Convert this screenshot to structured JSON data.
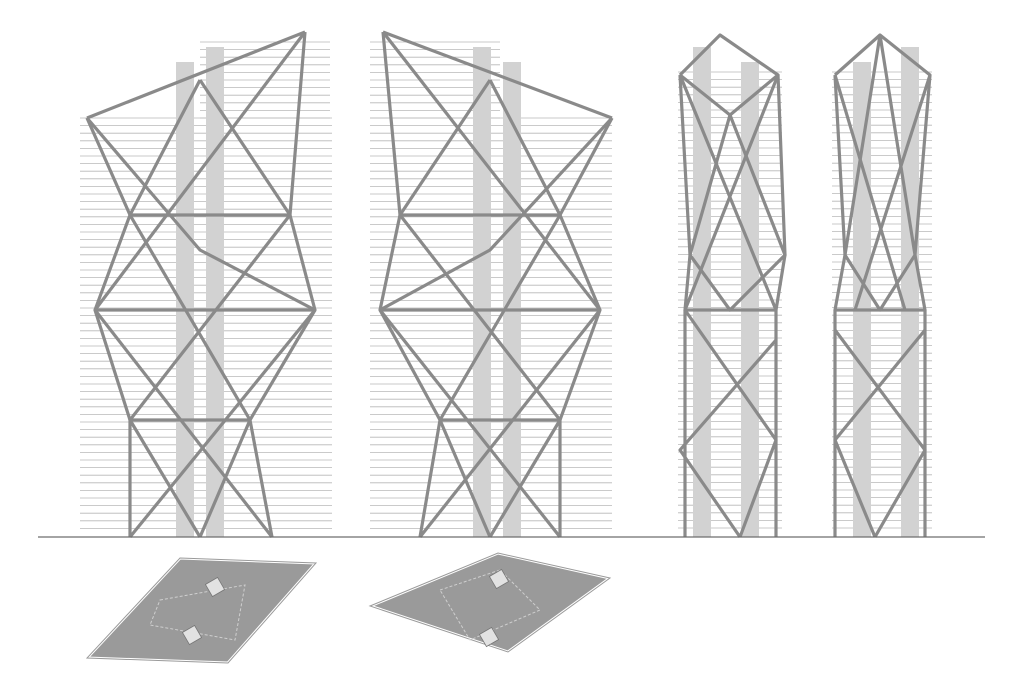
{
  "drawing": {
    "colors": {
      "background": "#ffffff",
      "structure": "#8a8a8a",
      "core": "#d2d2d2",
      "slab": "#b8b8b8",
      "plan_fill": "#9a9a9a",
      "ground": "#6e6e6e"
    },
    "towers": [
      {
        "view": "elevation-1"
      },
      {
        "view": "elevation-2"
      },
      {
        "view": "elevation-3"
      },
      {
        "view": "elevation-4"
      }
    ],
    "plans": [
      {
        "view": "plan-1"
      },
      {
        "view": "plan-2"
      }
    ]
  }
}
